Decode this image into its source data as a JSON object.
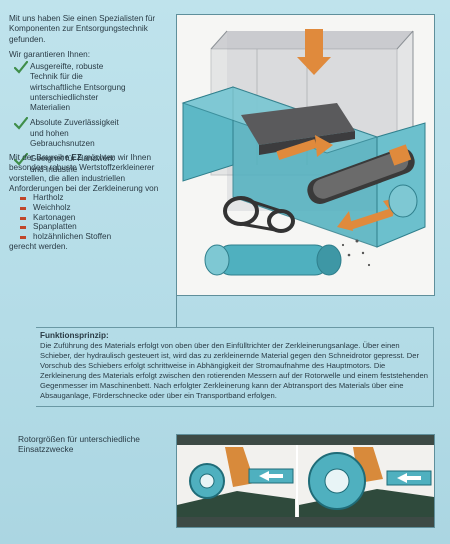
{
  "intro": "Mit uns haben Sie einen Spezialisten für Komponenten zur Entsorgungstechnik gefunden.",
  "guarantee_heading": "Wir garantieren Ihnen:",
  "guarantees": [
    "Ausgereifte, robuste Technik für die wirtschaftliche Entsorgung unterschiedlichster Materialien",
    "Absolute Zuverlässigkeit und hohen Gebrauchsnutzen",
    "Geeignet für Handwerk und Industrie"
  ],
  "series": {
    "prefix": "Mit der Baureihe ",
    "name": "EZ",
    "suffix": " möchten wir Ihnen besonders robuste Wertstoffzerkleinerer vorstellen, die allen industriellen Anforderungen bei der Zerkleinerung von"
  },
  "materials": [
    "Hartholz",
    "Weichholz",
    "Kartonagen",
    "Spanplatten",
    "holzähnlichen Stoffen"
  ],
  "used_for": "gerecht werden.",
  "function": {
    "title": "Funktionsprinzip:",
    "body": "Die Zuführung des Materials erfolgt von oben über den Einfülltrichter der Zerkleinerungsanlage. Über einen Schieber, der hydraulisch gesteuert ist, wird das zu zerkleinernde Material gegen den Schneidrotor gepresst. Der Vorschub des Schiebers erfolgt schrittweise in Abhängigkeit der Stromaufnahme des Hauptmotors. Die Zerkleinerung des Materials erfolgt zwischen den rotierenden Messern auf der Rotorwelle und einem feststehenden Gegenmesser im Maschinenbett. Nach erfolgter Zerkleinerung kann der Abtransport des Materials über eine Absauganlage, Förderschnecke oder über ein Transportband erfolgen."
  },
  "rotor_title": "Rotorgrößen für unterschiedliche Einsatzzwecke",
  "colors": {
    "background": "#b4dce7",
    "machine_teal": "#4fb0bf",
    "arrow_orange": "#e08a3c",
    "bullet_red": "#c0472b",
    "check_green": "#3f8e4a"
  }
}
